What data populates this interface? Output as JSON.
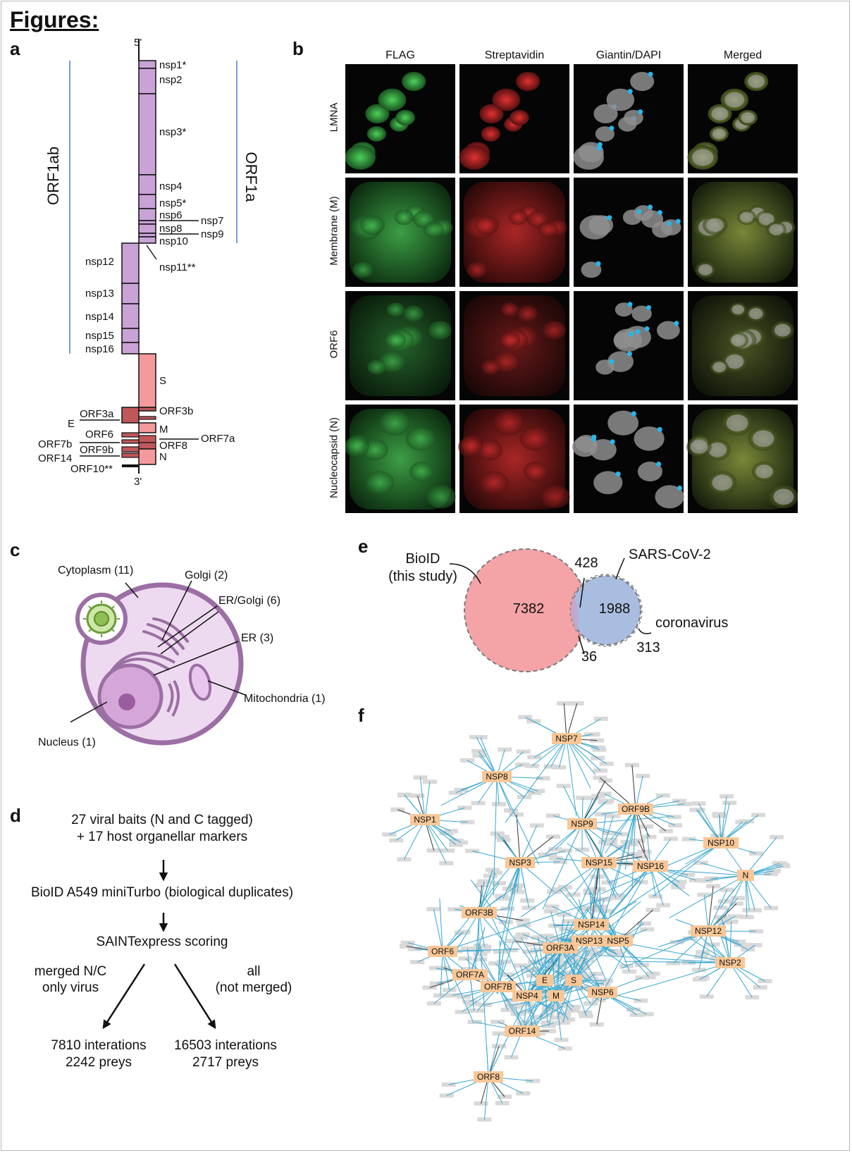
{
  "figure_title": "Figures:",
  "panel_labels": {
    "a": "a",
    "b": "b",
    "c": "c",
    "d": "d",
    "e": "e",
    "f": "f"
  },
  "panel_a": {
    "five_prime": "5'",
    "three_prime": "3'",
    "orf1ab": "ORF1ab",
    "orf1a": "ORF1a",
    "genes": {
      "nsp1": "nsp1*",
      "nsp2": "nsp2",
      "nsp3": "nsp3*",
      "nsp4": "nsp4",
      "nsp5": "nsp5*",
      "nsp6": "nsp6",
      "nsp7": "nsp7",
      "nsp8": "nsp8",
      "nsp9": "nsp9",
      "nsp10": "nsp10",
      "nsp11": "nsp11**",
      "nsp12": "nsp12",
      "nsp13": "nsp13",
      "nsp14": "nsp14",
      "nsp15": "nsp15",
      "nsp16": "nsp16",
      "S": "S",
      "ORF3a": "ORF3a",
      "ORF3b": "ORF3b",
      "E": "E",
      "ORF6": "ORF6",
      "M": "M",
      "ORF7a": "ORF7a",
      "ORF7b": "ORF7b",
      "ORF8": "ORF8",
      "ORF9b": "ORF9b",
      "N": "N",
      "ORF14": "ORF14",
      "ORF10": "ORF10**"
    },
    "colors": {
      "nsp": "#c9a3d6",
      "structural": "#f4999c",
      "accessory": "#c0575a",
      "orf_line": "#7b9bd0"
    }
  },
  "panel_b": {
    "columns": [
      "FLAG",
      "Streptavidin",
      "Giantin/DAPI",
      "Merged"
    ],
    "rows": [
      "LMNA",
      "Membrane (M)",
      "ORF6",
      "Nucleocapsid (N)"
    ]
  },
  "panel_c": {
    "cytoplasm": "Cytoplasm (11)",
    "golgi": "Golgi (2)",
    "er_golgi": "ER/Golgi (6)",
    "er": "ER (3)",
    "mitochondria": "Mitochondria (1)",
    "nucleus": "Nucleus (1)"
  },
  "panel_d": {
    "line1": "27 viral baits (N and C tagged)",
    "line2": "+ 17 host organellar markers",
    "step2": "BioID A549 miniTurbo (biological duplicates)",
    "step3": "SAINTexpress scoring",
    "left_branch_1": "merged N/C",
    "left_branch_2": "only virus",
    "right_branch_1": "all",
    "right_branch_2": "(not merged)",
    "left_result_1": "7810 interations",
    "left_result_2": "2242 preys",
    "right_result_1": "16503 interations",
    "right_result_2": "2717 preys"
  },
  "panel_e": {
    "bioid_1": "BioID",
    "bioid_2": "(this study)",
    "sars": "SARS-CoV-2",
    "coronavirus": "coronavirus",
    "v7382": "7382",
    "v428": "428",
    "v1988": "1988",
    "v36": "36",
    "v313": "313",
    "colors": {
      "bioid": "#f4a3a6",
      "sars": "#a9bde0"
    }
  },
  "panel_f": {
    "nodes": [
      "NSP7",
      "NSP8",
      "NSP1",
      "NSP9",
      "ORF9B",
      "NSP3",
      "NSP15",
      "NSP16",
      "NSP10",
      "N",
      "ORF3B",
      "NSP14",
      "NSP12",
      "NSP13",
      "NSP5",
      "ORF3A",
      "ORF6",
      "NSP2",
      "ORF7A",
      "ORF7B",
      "E",
      "S",
      "NSP4",
      "M",
      "NSP6",
      "ORF14",
      "ORF8"
    ],
    "colors": {
      "bait": "#f8c797",
      "edge": "#39a7cf",
      "prey": "#d9d9d9"
    }
  }
}
